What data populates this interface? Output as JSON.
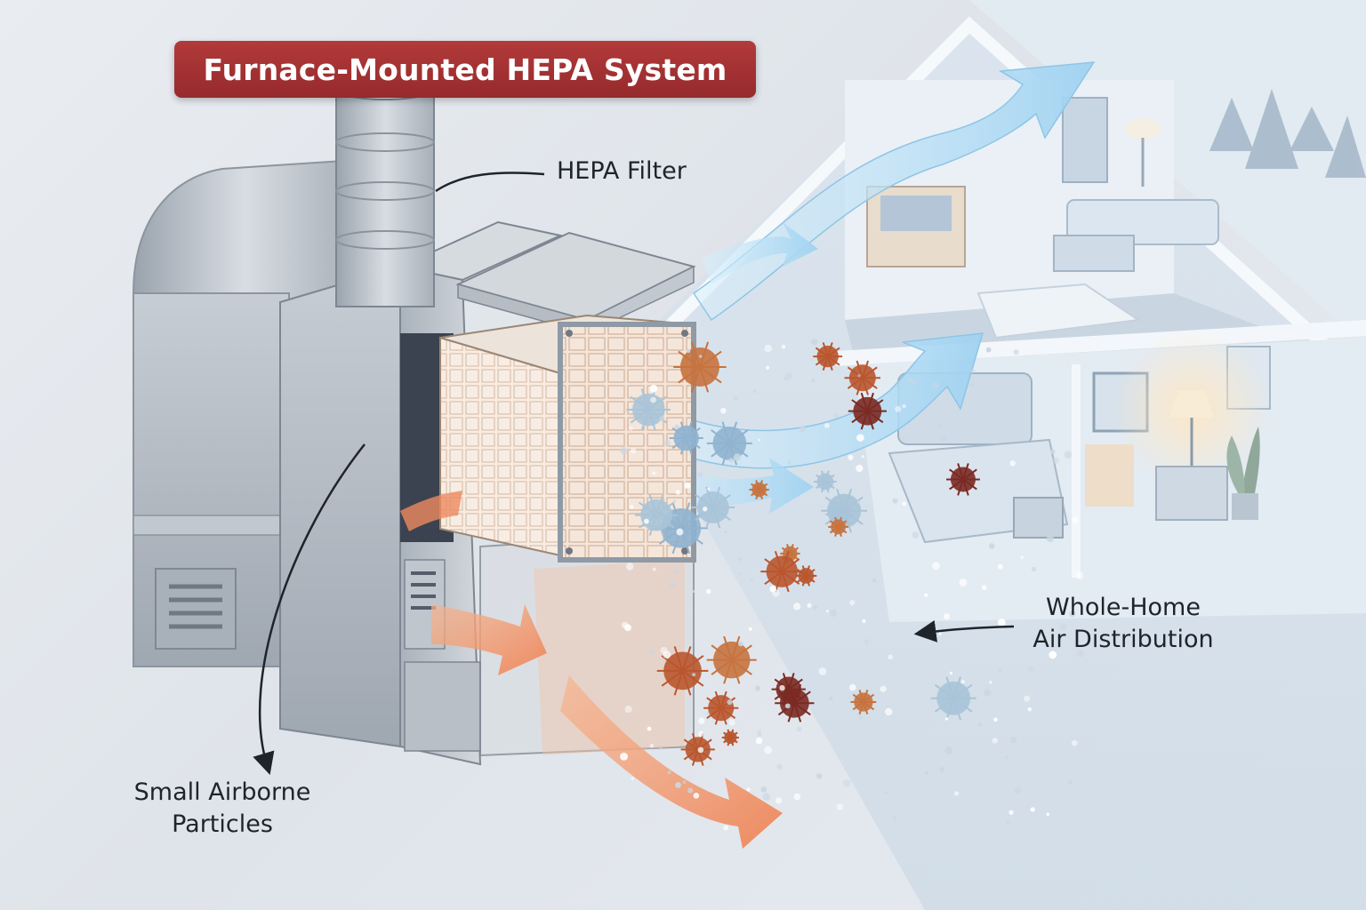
{
  "title": "Furnace-Mounted HEPA System",
  "labels": {
    "hepa_filter": "HEPA Filter",
    "whole_home_line1": "Whole-Home",
    "whole_home_line2": "Air Distribution",
    "small_particles_line1": "Small Airborne",
    "small_particles_line2": "Particles"
  },
  "colors": {
    "banner": "#a32f30",
    "clean_air": "#bfe2f6",
    "warm_air": "#f0956a",
    "metal": "#b9c1ca",
    "filter_media": "#f3e3d6"
  }
}
